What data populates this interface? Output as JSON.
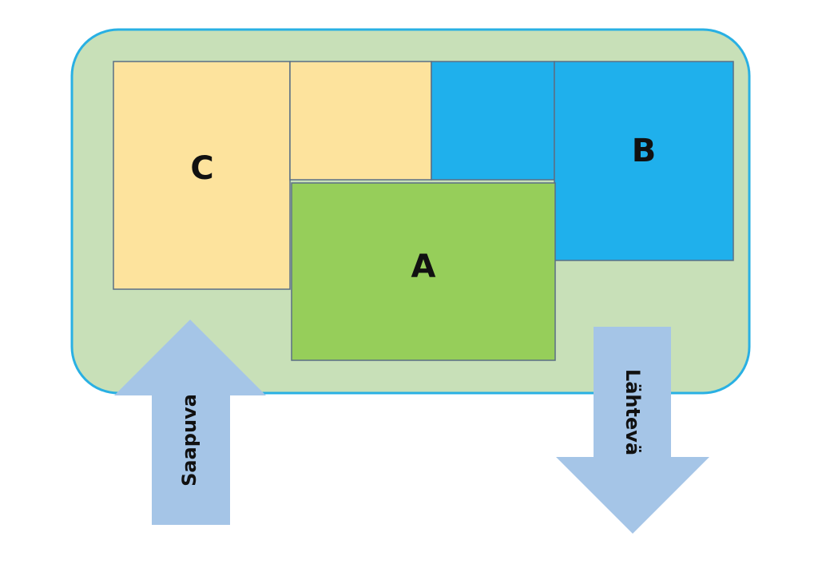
{
  "zones": {
    "a": {
      "label": "A"
    },
    "b": {
      "label": "B"
    },
    "c": {
      "label": "C"
    }
  },
  "arrows": {
    "incoming": {
      "label": "Saapuva"
    },
    "outgoing": {
      "label": "Lähtevä"
    }
  },
  "colors": {
    "warehouse_fill": "#c8e0b8",
    "warehouse_border": "#29b0e3",
    "zone_a": "#96ce5a",
    "zone_b": "#1fb0ec",
    "zone_c": "#fde39d",
    "zone_border": "#5a6f85",
    "arrow": "#a5c5e7"
  }
}
